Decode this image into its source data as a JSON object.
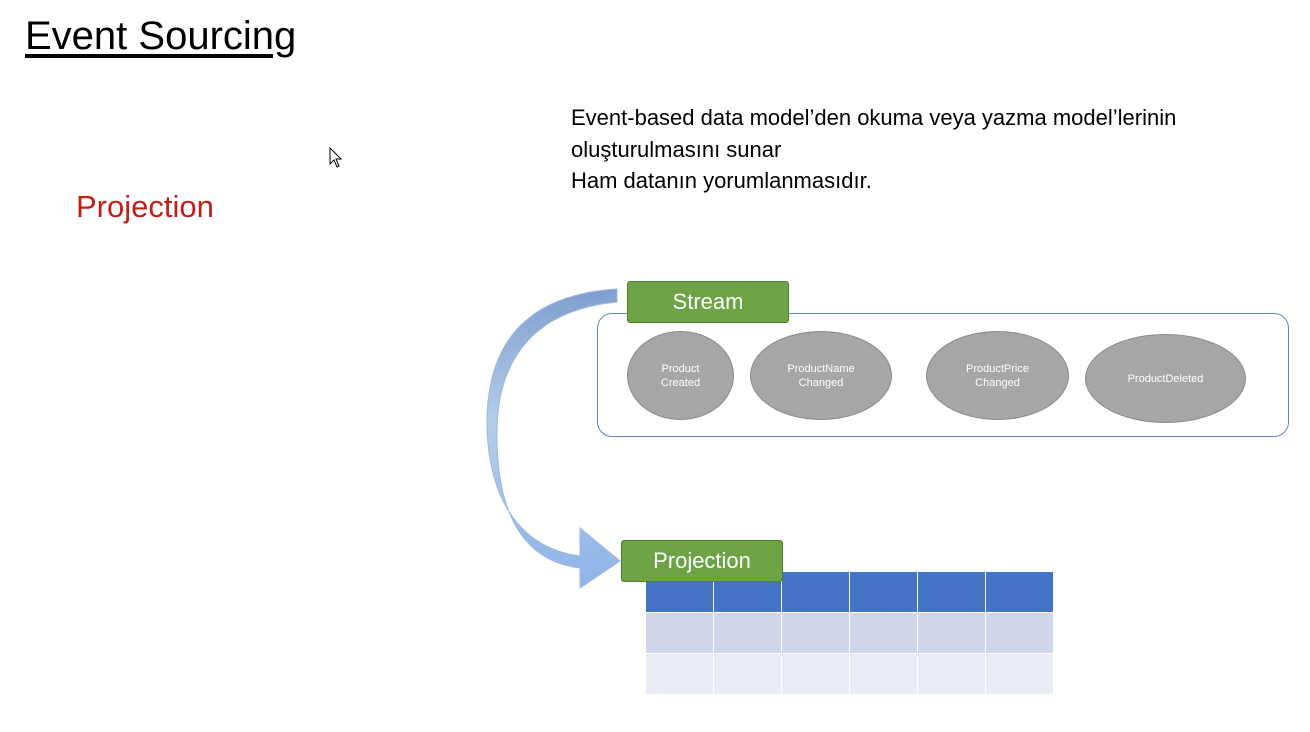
{
  "slide": {
    "title": "Event Sourcing",
    "section_label": "Projection",
    "description_lines": [
      "Event-based data model’den  okuma veya yazma model’lerinin",
      "oluşturulmasını sunar",
      "Ham datanın yorumlanmasıdır."
    ]
  },
  "diagram": {
    "stream_label": "Stream",
    "projection_label": "Projection",
    "events": [
      "Product\nCreated",
      "ProductName\nChanged",
      "ProductPrice\nChanged",
      "ProductDeleted"
    ],
    "table": {
      "columns": 6,
      "rows": 2,
      "header_color": "#4472c4",
      "row_colors": [
        "#cfd5ea",
        "#e9ebf5"
      ]
    }
  },
  "colors": {
    "label_green": "#6da345",
    "section_red": "#c0201a",
    "event_gray": "#a6a6a6",
    "stream_border": "#5f86c4",
    "arrow_blue": "#8fb2e4"
  }
}
